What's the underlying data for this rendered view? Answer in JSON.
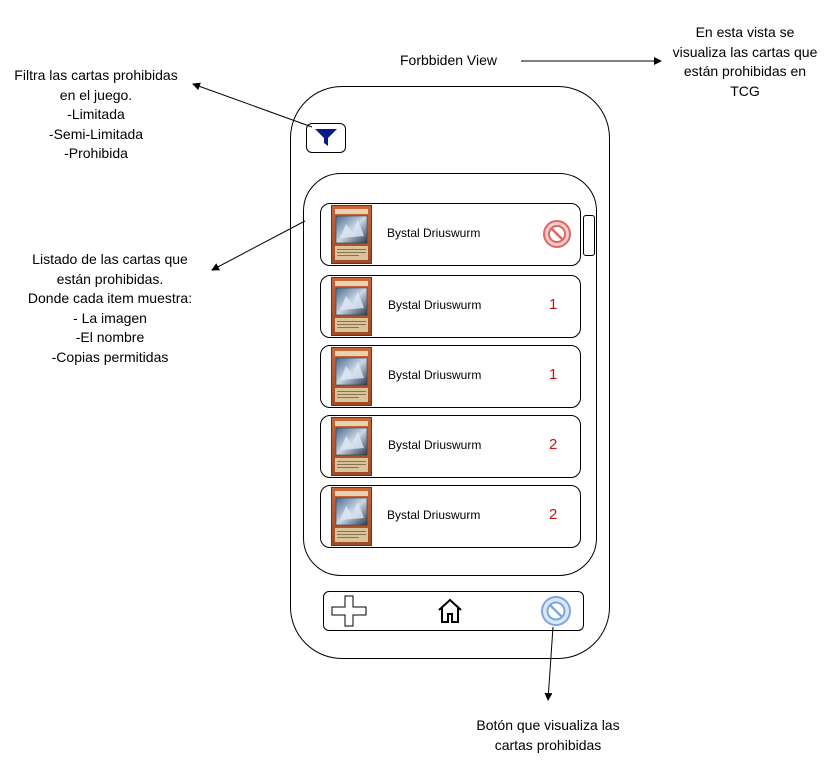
{
  "annotations": {
    "view_title": "Forbbiden View",
    "view_description": [
      "En esta vista se",
      "visualiza las cartas que",
      "están prohibidas en",
      "TCG"
    ],
    "filter_description": [
      "Filtra las cartas prohibidas",
      "en el juego.",
      "-Limitada",
      "-Semi-Limitada",
      "-Prohibida"
    ],
    "list_description": [
      "Listado de las cartas que",
      "están prohibidas.",
      "Donde cada item muestra:",
      "- La imagen",
      "-El nombre",
      "-Copias permitidas"
    ],
    "nav_button_description": [
      "Botón que visualiza las",
      "cartas prohibidas"
    ]
  },
  "phone": {
    "filter_button": {
      "icon": "filter-funnel-icon",
      "color": "#0a1a8c"
    },
    "cards": [
      {
        "name": "Bystal Driuswurm",
        "copies": "",
        "status_icon": "forbidden-icon"
      },
      {
        "name": "Bystal Driuswurm",
        "copies": "1"
      },
      {
        "name": "Bystal Driuswurm",
        "copies": "1"
      },
      {
        "name": "Bystal Driuswurm",
        "copies": "2"
      },
      {
        "name": "Bystal Driuswurm",
        "copies": "2"
      }
    ],
    "bottom_nav": [
      {
        "icon": "plus-icon"
      },
      {
        "icon": "home-icon"
      },
      {
        "icon": "forbidden-icon",
        "active_color": "#7ea6e0"
      }
    ]
  },
  "colors": {
    "copies_text": "#cc1111",
    "forbidden_icon": "#e06666",
    "nav_forbidden_icon": "#7ea6e0"
  }
}
